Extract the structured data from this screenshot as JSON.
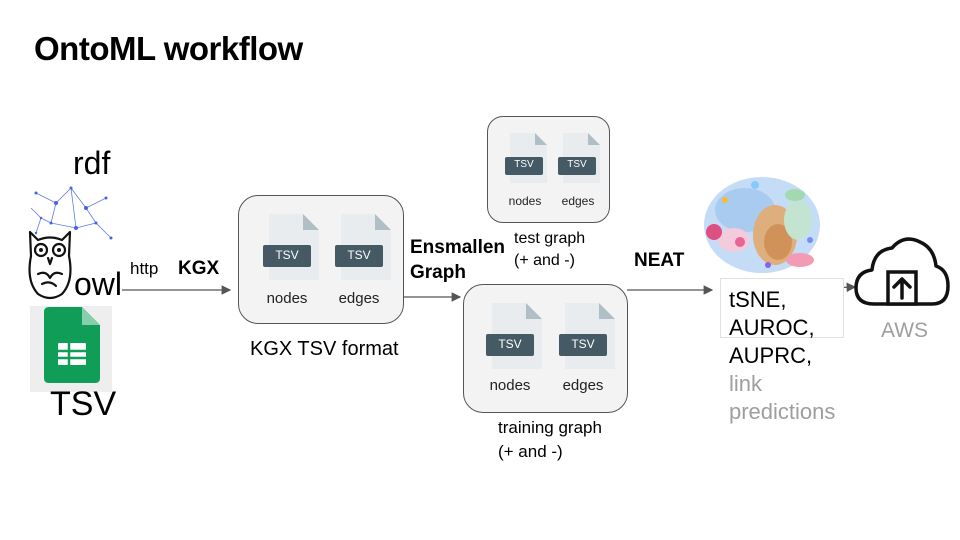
{
  "title": "OntoML workflow",
  "sources": {
    "rdf": "rdf",
    "owl": "owl",
    "tsv": "TSV"
  },
  "edges": {
    "http": "http",
    "kgx": "KGX",
    "ensmallen": "Ensmallen",
    "graph": "Graph",
    "neat": "NEAT"
  },
  "kgx_box": {
    "nodes": "nodes",
    "edges": "edges",
    "caption": "KGX TSV format"
  },
  "test_box": {
    "nodes": "nodes",
    "edges": "edges",
    "caption_line1": "test graph",
    "caption_line2": "(+ and -)"
  },
  "train_box": {
    "nodes": "nodes",
    "edges": "edges",
    "caption_line1": "training graph",
    "caption_line2": "(+ and -)"
  },
  "file_badge": "TSV",
  "outputs": {
    "tsne": "tSNE,",
    "auroc": "AUROC,",
    "auprc": "AUPRC,",
    "link": "link",
    "predictions": "predictions"
  },
  "aws": "AWS",
  "colors": {
    "badge": "#455a64",
    "file_page": "#eceff1",
    "file_fold": "#b0bec5",
    "sheets_green": "#0f9d58",
    "muted_text": "#9e9e9e"
  }
}
